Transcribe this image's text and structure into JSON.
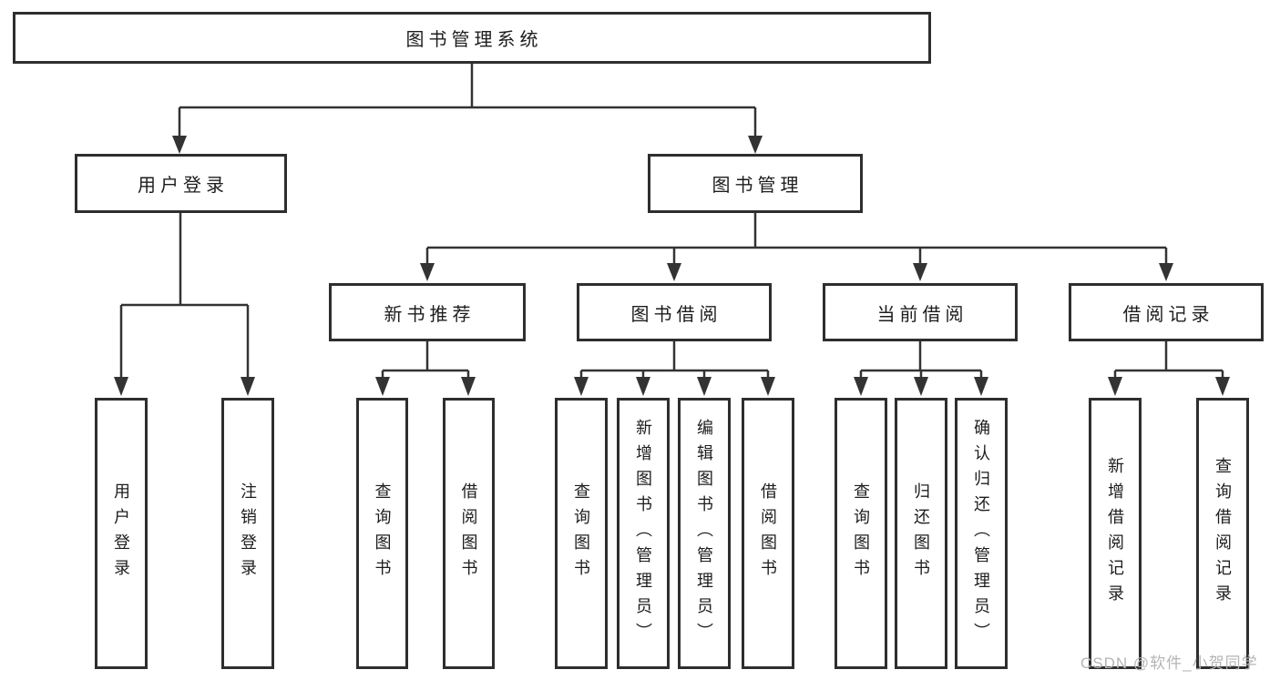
{
  "colors": {
    "line": "#333333",
    "border": "#2e2e2e",
    "text": "#1d1d1d",
    "watermark": "#b5b5b5",
    "background": "#ffffff"
  },
  "watermark": "CSDN @软件_小贺同学",
  "tree": {
    "root": {
      "label": "图书管理系统",
      "children": [
        {
          "label": "用户登录",
          "children": [
            {
              "label": "用户登录"
            },
            {
              "label": "注销登录"
            }
          ]
        },
        {
          "label": "图书管理",
          "children": [
            {
              "label": "新书推荐",
              "children": [
                {
                  "label": "查询图书"
                },
                {
                  "label": "借阅图书"
                }
              ]
            },
            {
              "label": "图书借阅",
              "children": [
                {
                  "label": "查询图书"
                },
                {
                  "label": "新增图书（管理员）"
                },
                {
                  "label": "编辑图书（管理员）"
                },
                {
                  "label": "借阅图书"
                }
              ]
            },
            {
              "label": "当前借阅",
              "children": [
                {
                  "label": "查询图书"
                },
                {
                  "label": "归还图书"
                },
                {
                  "label": "确认归还（管理员）"
                }
              ]
            },
            {
              "label": "借阅记录",
              "children": [
                {
                  "label": "新增借阅记录"
                },
                {
                  "label": "查询借阅记录"
                }
              ]
            }
          ]
        }
      ]
    }
  }
}
